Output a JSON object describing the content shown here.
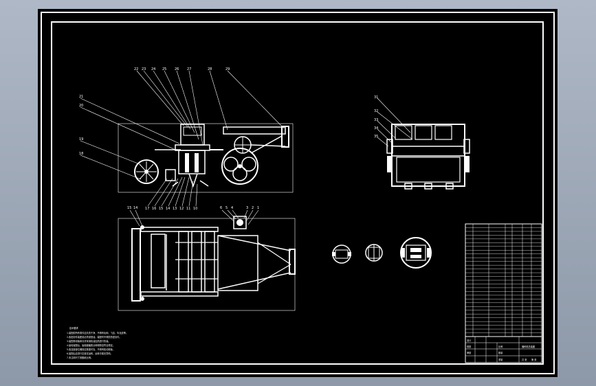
{
  "drawing": {
    "background": "#000000",
    "line_color": "#ffffff",
    "viewport_bg": "#a4aebc"
  },
  "front_view_top_labels": [
    "22",
    "23",
    "24",
    "25",
    "26",
    "27",
    "28",
    "29"
  ],
  "front_view_left_labels": [
    "21",
    "20",
    "19",
    "18"
  ],
  "front_view_bottom_labels": [
    "17",
    "16",
    "15",
    "14",
    "13",
    "12",
    "11",
    "10"
  ],
  "top_view_labels": [
    "15",
    "14",
    "6",
    "5",
    "4",
    "3",
    "2",
    "1"
  ],
  "side_view_labels": [
    "31",
    "32",
    "33",
    "34",
    "35"
  ],
  "tech_requirements": {
    "title": "技术要求",
    "lines": [
      "1.装配前所有零件应清洗干净，不得有毛刺、飞边、氧化皮等。",
      "2.各密封件装配前必须浸透油，装配时不得损伤密封件。",
      "3.装配滚动轴承允许采用机油加热进行热装。",
      "4.齿轮装配后，齿面接触斑点和侧隙应符合规定。",
      "5.各连接部位螺栓应紧固可靠，不得有松动现象。",
      "6.装配后应进行空载试运转，运转平稳无异响。",
      "7.未注明尺寸按图纸比例。"
    ]
  },
  "title_block": {
    "name": "播种机总装图",
    "cells": [
      "设计",
      "校核",
      "审核",
      "比例",
      "数量",
      "重量",
      "共 张",
      "第 张"
    ]
  },
  "parts_table_rows": 30
}
